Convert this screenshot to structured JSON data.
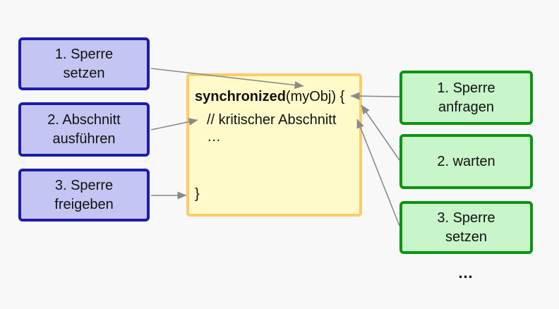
{
  "title": "synchronized block locking steps diagram",
  "colors": {
    "bg": "#f8f8f8",
    "text": "#111111",
    "blue_fill": "#c5c5f3",
    "blue_border": "#1d1daa",
    "yellow_fill": "#fffac9",
    "yellow_border": "#fdcb69",
    "green_fill": "#c8f5c9",
    "green_border": "#0b9412",
    "arrow": "#8a8a8a"
  },
  "left_steps": [
    {
      "label": "1. Sperre\nsetzen"
    },
    {
      "label": "2. Abschnitt\nausführen"
    },
    {
      "label": "3. Sperre\nfreigeben"
    }
  ],
  "right_steps": [
    {
      "label": "1. Sperre\nanfragen"
    },
    {
      "label": "2. warten"
    },
    {
      "label": "3. Sperre\nsetzen"
    }
  ],
  "code": {
    "keyword": "synchronized",
    "line1_rest": "(myObj) {",
    "line2": "// kritischer Abschnitt",
    "line3": "…",
    "line4": "}"
  },
  "ellipsis_bottom": "…"
}
